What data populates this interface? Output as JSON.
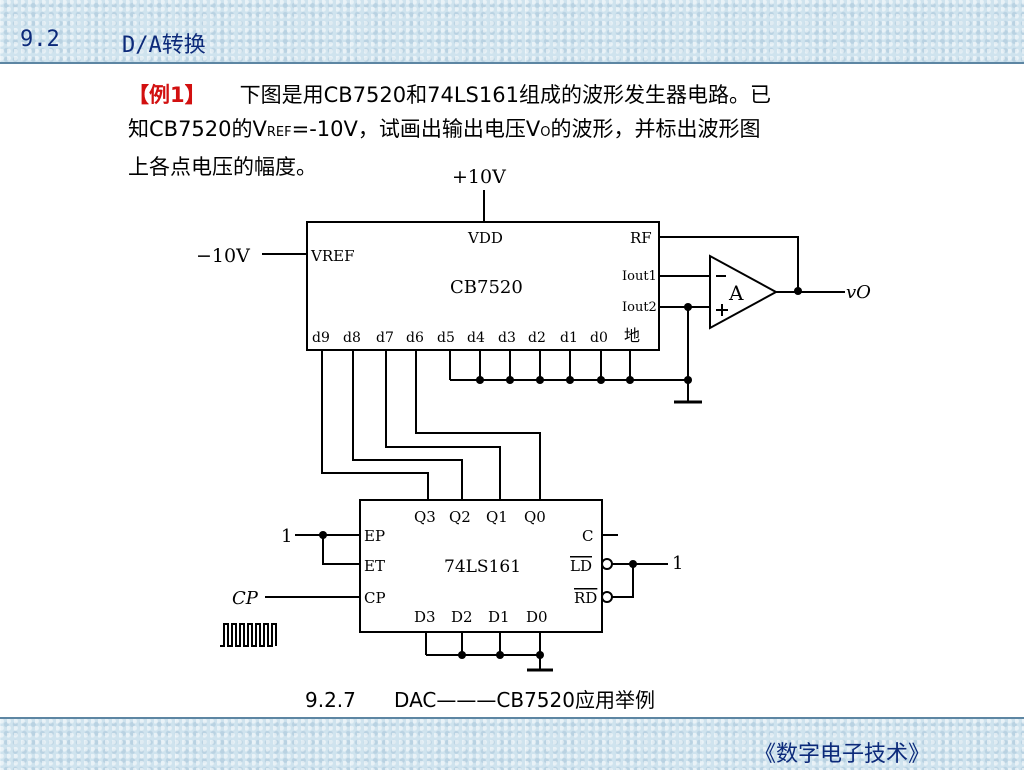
{
  "header": {
    "section": "9.2",
    "title": "D/A转换"
  },
  "problem": {
    "tag": "【例1】",
    "line1": "下图是用CB7520和74LS161组成的波形发生器电路。已",
    "line2_a": "知CB7520的V",
    "line2_sub": "REF",
    "line2_b": "=-10V，试画出输出电压V",
    "line2_sub2": "O",
    "line2_c": "的波形，并标出波形图",
    "line3": "上各点电压的幅度。"
  },
  "circuit": {
    "vdd_supply": "+10V",
    "vref_supply": "−10V",
    "dac_name": "CB7520",
    "pin_vdd": "VDD",
    "pin_vref": "VREF",
    "pin_rf": "RF",
    "pin_iout1": "Iout1",
    "pin_iout2": "Iout2",
    "pin_gnd": "地",
    "dac_inputs": [
      "d9",
      "d8",
      "d7",
      "d6",
      "d5",
      "d4",
      "d3",
      "d2",
      "d1",
      "d0"
    ],
    "opamp": "A",
    "output": "vO",
    "counter_name": "74LS161",
    "counter_outputs": [
      "Q3",
      "Q2",
      "Q1",
      "Q0"
    ],
    "counter_data": [
      "D3",
      "D2",
      "D1",
      "D0"
    ],
    "pin_ep": "EP",
    "pin_et": "ET",
    "pin_cp": "CP",
    "pin_c": "C",
    "pin_ld": "LD",
    "pin_rd": "RD",
    "input_one_left": "1",
    "input_one_right": "1",
    "clock": "CP"
  },
  "figure": {
    "caption": "9.2.7      DAC———CB7520应用举例"
  },
  "footer": {
    "course": "《数字电子技术》"
  }
}
